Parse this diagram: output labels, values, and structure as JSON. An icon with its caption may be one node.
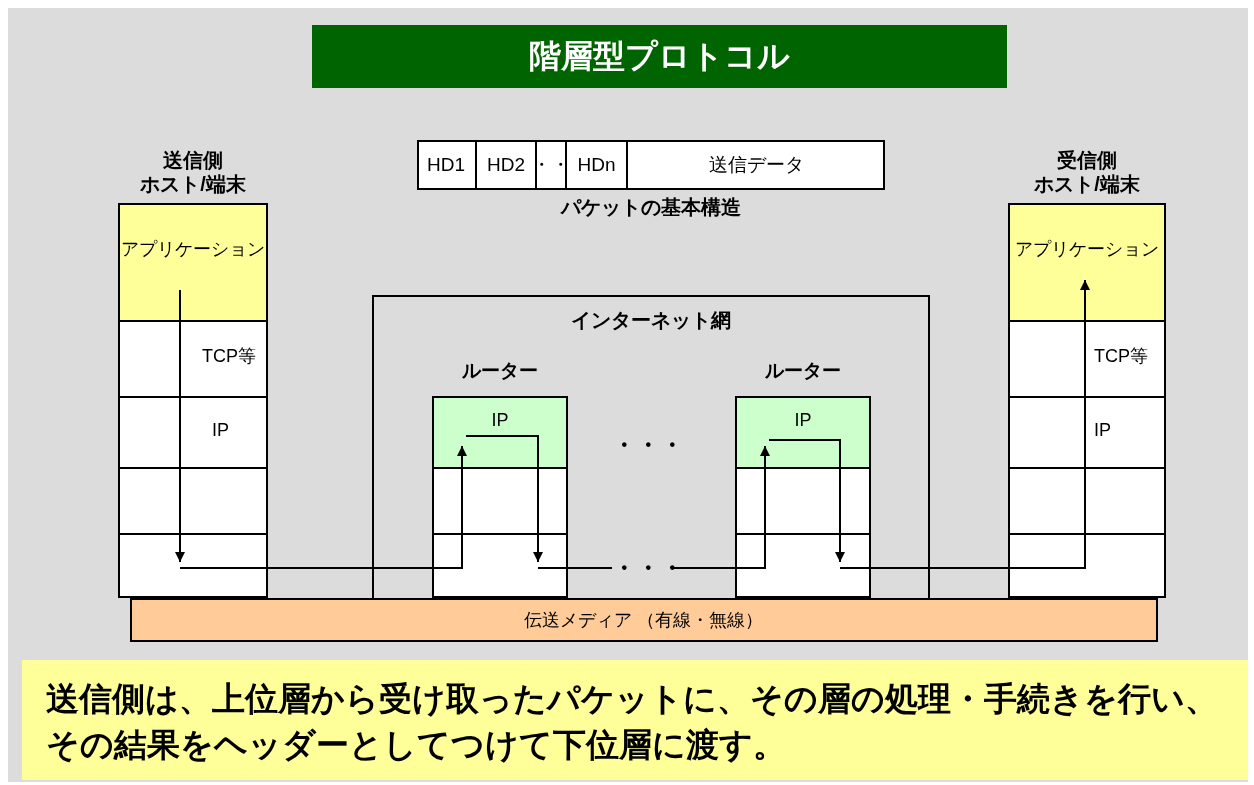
{
  "diagram": {
    "title": "階層型プロトコル",
    "caption": "送信側は、上位層から受け取ったパケットに、その層の処理・手続きを行い、その結果をヘッダーとしてつけて下位層に渡す。",
    "nodes": [
      {
        "text": [
          "送信側",
          "ホスト/端末"
        ]
      },
      {
        "text": [
          "アプリケーション"
        ],
        "in": 0
      },
      {
        "text": [
          "TCP等"
        ],
        "in": 0
      },
      {
        "text": [
          "IP"
        ],
        "in": 0
      },
      {
        "text": [],
        "shape": "box",
        "in": 0
      },
      {
        "text": [],
        "shape": "box",
        "in": 0
      },
      {
        "text": [
          "パケットの基本構造"
        ]
      },
      {
        "text": [
          "HD1"
        ],
        "in": 6
      },
      {
        "text": [
          "HD2"
        ],
        "in": 6
      },
      {
        "text": [
          "・・"
        ],
        "in": 6
      },
      {
        "text": [
          "HDn"
        ],
        "in": 6
      },
      {
        "text": [
          "送信データ"
        ],
        "in": 6
      },
      {
        "text": [
          "インターネット網"
        ]
      },
      {
        "text": [
          "ルーター"
        ],
        "in": 12
      },
      {
        "text": [
          "IP"
        ],
        "in": 13
      },
      {
        "text": [],
        "shape": "box",
        "in": 13
      },
      {
        "text": [],
        "shape": "box",
        "in": 13
      },
      {
        "text": [
          "ルーター"
        ],
        "in": 12
      },
      {
        "text": [
          "IP"
        ],
        "in": 17
      },
      {
        "text": [],
        "shape": "box",
        "in": 17
      },
      {
        "text": [],
        "shape": "box",
        "in": 17
      },
      {
        "text": [
          "受信側",
          "ホスト/端末"
        ]
      },
      {
        "text": [
          "アプリケーション"
        ],
        "in": 21
      },
      {
        "text": [
          "TCP等"
        ],
        "in": 21
      },
      {
        "text": [
          "IP"
        ],
        "in": 21
      },
      {
        "text": [],
        "shape": "box",
        "in": 21
      },
      {
        "text": [],
        "shape": "box",
        "in": 21
      },
      {
        "text": [
          "伝送メディア （有線・無線）"
        ]
      }
    ],
    "edges": [
      {
        "from": 1,
        "to": 2,
        "arrow": "none"
      },
      {
        "from": 2,
        "to": 3,
        "arrow": "none"
      },
      {
        "from": 3,
        "to": 4,
        "arrow": "none"
      },
      {
        "from": 4,
        "to": 5,
        "arrow": "to"
      },
      {
        "from": 5,
        "to": 16,
        "arrow": "none"
      },
      {
        "from": 16,
        "to": 15,
        "arrow": "none"
      },
      {
        "from": 15,
        "to": 14,
        "arrow": "to"
      },
      {
        "from": 14,
        "to": 15,
        "arrow": "none"
      },
      {
        "from": 15,
        "to": 16,
        "arrow": "to"
      },
      {
        "from": 16,
        "to": 20,
        "arrow": "none"
      },
      {
        "from": 20,
        "to": 19,
        "arrow": "none"
      },
      {
        "from": 19,
        "to": 18,
        "arrow": "to"
      },
      {
        "from": 18,
        "to": 19,
        "arrow": "none"
      },
      {
        "from": 19,
        "to": 20,
        "arrow": "to"
      },
      {
        "from": 20,
        "to": 26,
        "arrow": "none"
      },
      {
        "from": 26,
        "to": 25,
        "arrow": "none"
      },
      {
        "from": 25,
        "to": 24,
        "arrow": "none"
      },
      {
        "from": 24,
        "to": 23,
        "arrow": "none"
      },
      {
        "from": 23,
        "to": 22,
        "arrow": "to"
      }
    ],
    "labels": [
      "・・・",
      "・・・"
    ]
  }
}
